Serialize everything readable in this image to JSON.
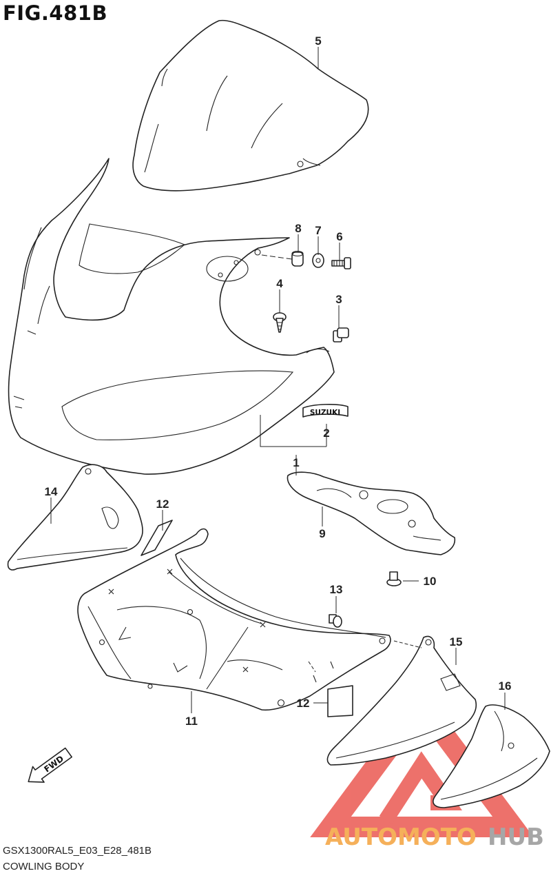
{
  "figure": {
    "title": "FIG.481B"
  },
  "footer": {
    "model_code": "GSX1300RAL5_E03_E28_481B",
    "section_name": "COWLING BODY"
  },
  "emblem_text": "SUZUKI",
  "direction_label": "FWD",
  "watermark": {
    "word_a": "AUTOMOTO",
    "word_b": "HUB",
    "color_a": "#f5b05a",
    "color_b": "#a6a6a6",
    "mark_color": "#e8423a"
  },
  "callouts": [
    {
      "id": "c1",
      "label": "1"
    },
    {
      "id": "c2",
      "label": "2"
    },
    {
      "id": "c3",
      "label": "3"
    },
    {
      "id": "c4",
      "label": "4"
    },
    {
      "id": "c5",
      "label": "5"
    },
    {
      "id": "c6",
      "label": "6"
    },
    {
      "id": "c7",
      "label": "7"
    },
    {
      "id": "c8",
      "label": "8"
    },
    {
      "id": "c9",
      "label": "9"
    },
    {
      "id": "c10",
      "label": "10"
    },
    {
      "id": "c11",
      "label": "11"
    },
    {
      "id": "c12a",
      "label": "12"
    },
    {
      "id": "c12b",
      "label": "12"
    },
    {
      "id": "c13",
      "label": "13"
    },
    {
      "id": "c14",
      "label": "14"
    },
    {
      "id": "c15",
      "label": "15"
    },
    {
      "id": "c16",
      "label": "16"
    }
  ]
}
